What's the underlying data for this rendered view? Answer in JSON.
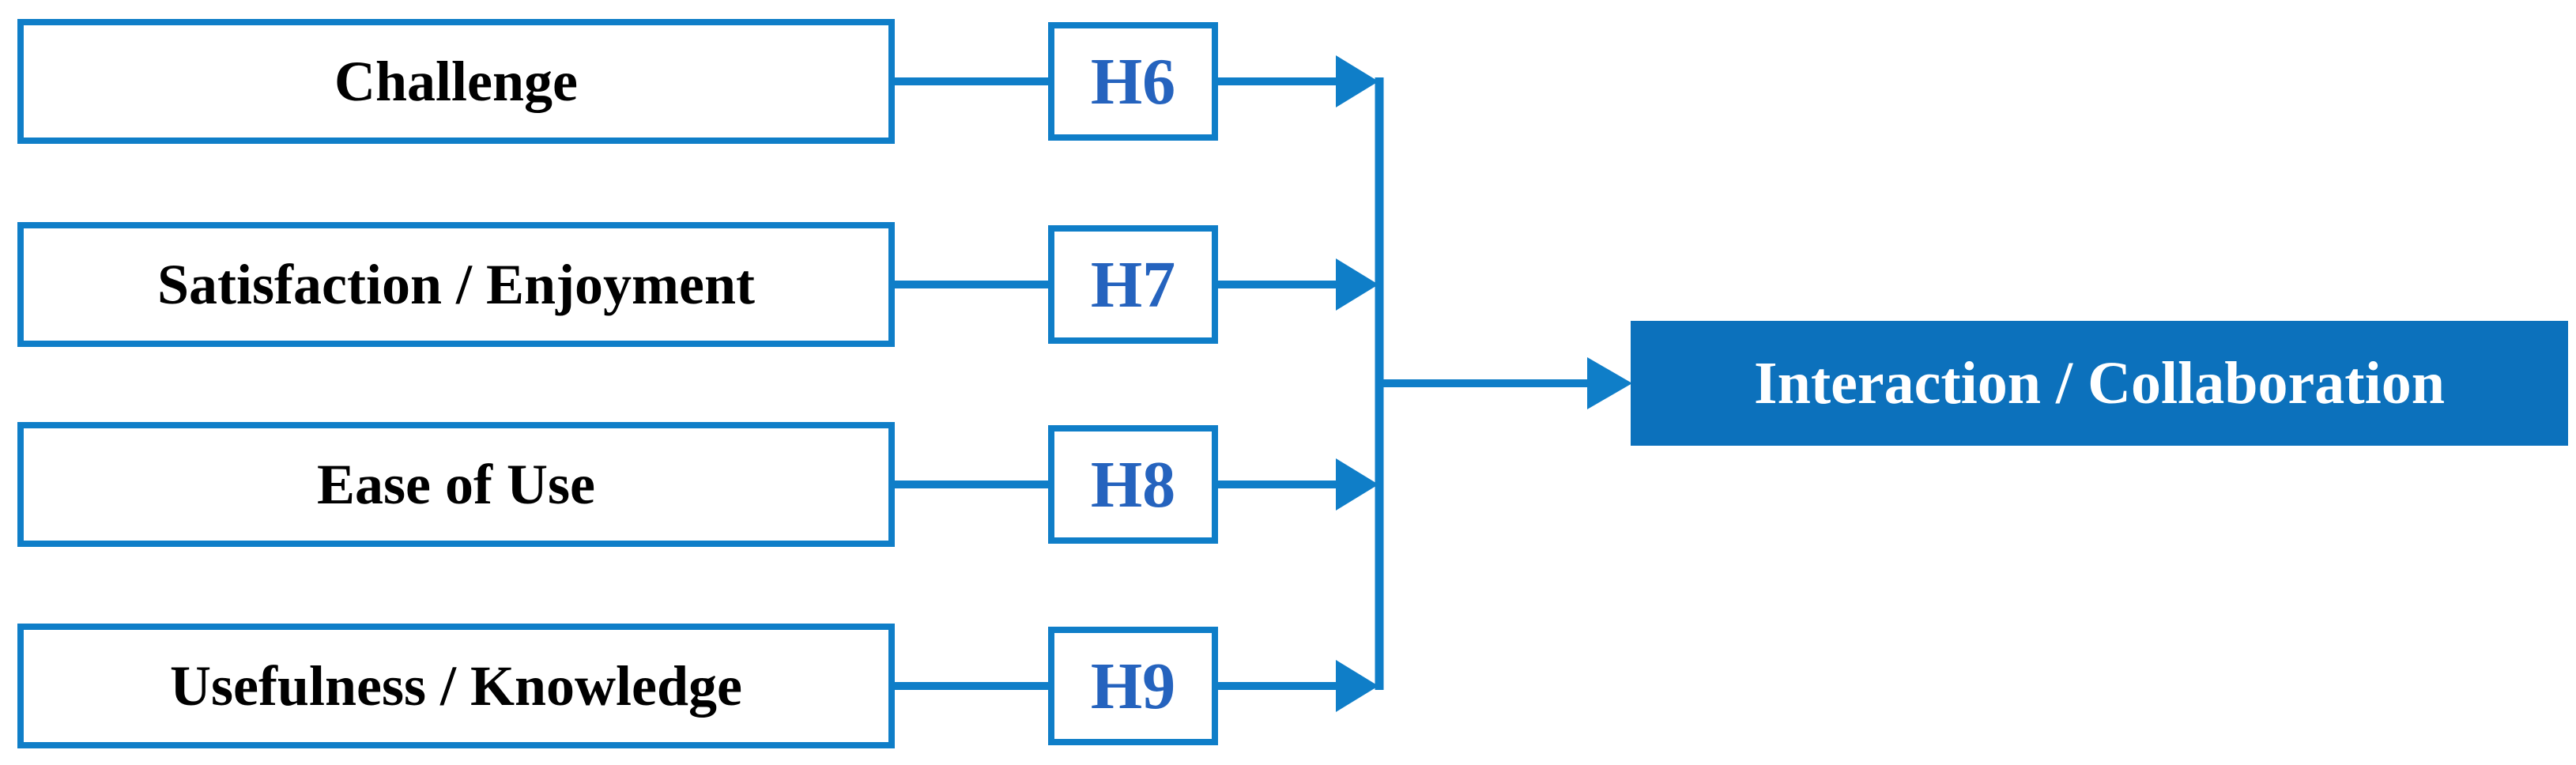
{
  "diagram": {
    "type": "hypothesis-path-model",
    "colors": {
      "line": "#0f7ec8",
      "box_border": "#0f7ec8",
      "result_fill": "#0c71bc",
      "hypothesis_text": "#2563be",
      "factor_text": "#000000",
      "result_text": "#ffffff",
      "background": "#ffffff"
    },
    "factors": [
      {
        "label": "Challenge",
        "hypothesis": "H6"
      },
      {
        "label": "Satisfaction / Enjoyment",
        "hypothesis": "H7"
      },
      {
        "label": "Ease of Use",
        "hypothesis": "H8"
      },
      {
        "label": "Usefulness / Knowledge",
        "hypothesis": "H9"
      }
    ],
    "outcome": {
      "label": "Interaction / Collaboration"
    }
  }
}
